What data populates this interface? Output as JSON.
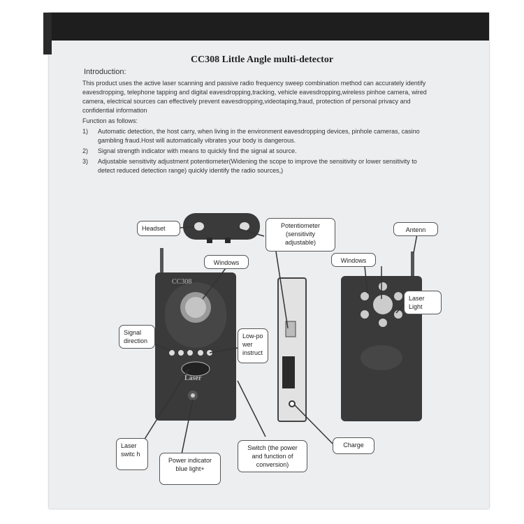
{
  "document": {
    "title": "CC308 Little Angle multi-detector",
    "intro_label": "Introduction:",
    "intro_text": "This product uses the active laser scanning and passive radio frequency sweep combination method can accurately identify eavesdropping, telephone tapping and digital eavesdropping,tracking, vehicle eavesdropping,wireless pinhoe camera, wired camera, electrical sources can effectively prevent eavesdropping,videotaping,fraud, protection of personal privacy and confidential information",
    "function_label": "Function as follows:",
    "functions": [
      {
        "num": "1)",
        "text": "Automatic detection, the host carry, when living in the environment eavesdropping devices, pinhole cameras, casino gambling fraud.Host will automatically vibrates your body is dangerous."
      },
      {
        "num": "2)",
        "text": "Signal strength indicator with means to quickly find the signal at source."
      },
      {
        "num": "3)",
        "text": "Adjustable sensitivity adjustment potentiometer(Widening the scope to improve the sensitivity or lower sensitivity to detect reduced detection range) quickly identify the radio sources,)"
      }
    ]
  },
  "diagram": {
    "device_name": "CC308",
    "laser_text": "Laser",
    "labels": {
      "headset": "Headset",
      "potentiometer": "Potentiometer (sensitivity adjustable)",
      "antenn": "Antenn",
      "windows_front": "Windows",
      "windows_back": "Windows",
      "laser_light": "Laser Light",
      "signal_direction": "Signal direction",
      "low_power": "Low-po wer instruct",
      "charge": "Charge",
      "laser_switch": "Laser switc h",
      "power_indicator": "Power indicator blue light+",
      "switch": "Switch (the power and function of conversion)"
    }
  },
  "colors": {
    "device_body": "#3a3a3a",
    "topbar": "#1e1e1e",
    "page": "#eceef0"
  }
}
